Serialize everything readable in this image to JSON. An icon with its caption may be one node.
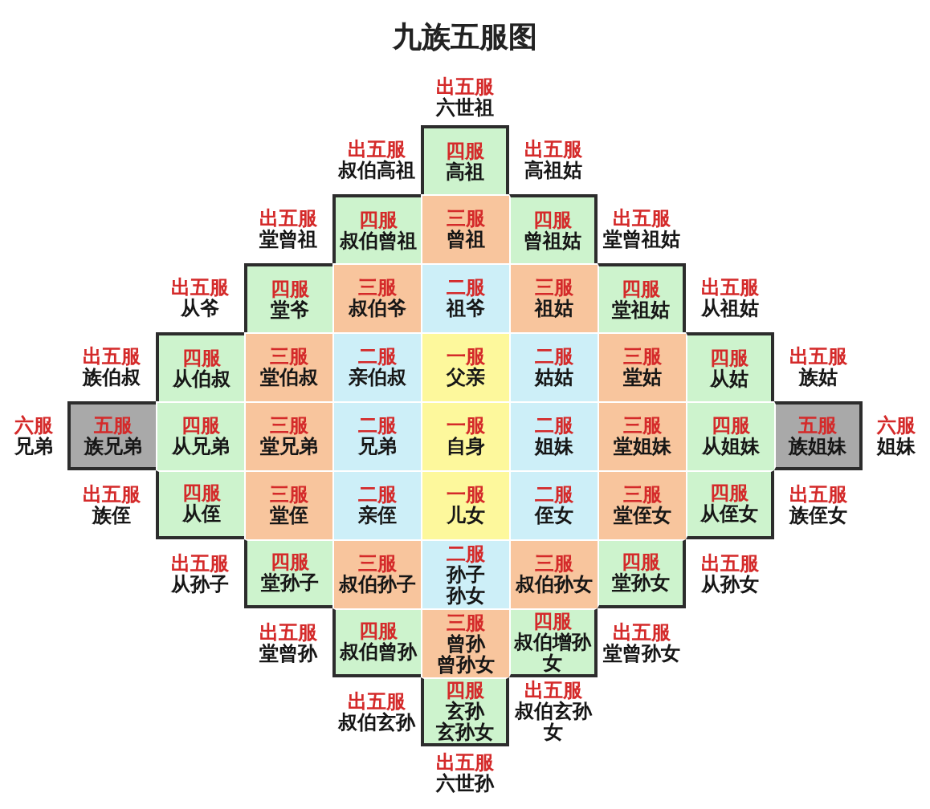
{
  "diagram": {
    "title": "九族五服图",
    "nodes": [
      {
        "text": [
          "四服",
          "高祖"
        ]
      },
      {
        "text": [
          "四服",
          "叔伯曾祖"
        ]
      },
      {
        "text": [
          "三服",
          "曾祖"
        ]
      },
      {
        "text": [
          "四服",
          "曾祖姑"
        ]
      },
      {
        "text": [
          "四服",
          "堂爷"
        ]
      },
      {
        "text": [
          "三服",
          "叔伯爷"
        ]
      },
      {
        "text": [
          "二服",
          "祖爷"
        ]
      },
      {
        "text": [
          "三服",
          "祖姑"
        ]
      },
      {
        "text": [
          "四服",
          "堂祖姑"
        ]
      },
      {
        "text": [
          "四服",
          "从伯叔"
        ]
      },
      {
        "text": [
          "三服",
          "堂伯叔"
        ]
      },
      {
        "text": [
          "二服",
          "亲伯叔"
        ]
      },
      {
        "text": [
          "一服",
          "父亲"
        ]
      },
      {
        "text": [
          "二服",
          "姑姑"
        ]
      },
      {
        "text": [
          "三服",
          "堂姑"
        ]
      },
      {
        "text": [
          "四服",
          "从姑"
        ]
      },
      {
        "text": [
          "五服",
          "族兄弟"
        ]
      },
      {
        "text": [
          "四服",
          "从兄弟"
        ]
      },
      {
        "text": [
          "三服",
          "堂兄弟"
        ]
      },
      {
        "text": [
          "二服",
          "兄弟"
        ]
      },
      {
        "text": [
          "一服",
          "自身"
        ]
      },
      {
        "text": [
          "二服",
          "姐妹"
        ]
      },
      {
        "text": [
          "三服",
          "堂姐妹"
        ]
      },
      {
        "text": [
          "四服",
          "从姐妹"
        ]
      },
      {
        "text": [
          "五服",
          "族姐妹"
        ]
      },
      {
        "text": [
          "四服",
          "从侄"
        ]
      },
      {
        "text": [
          "三服",
          "堂侄"
        ]
      },
      {
        "text": [
          "二服",
          "亲侄"
        ]
      },
      {
        "text": [
          "一服",
          "儿女"
        ]
      },
      {
        "text": [
          "二服",
          "侄女"
        ]
      },
      {
        "text": [
          "三服",
          "堂侄女"
        ]
      },
      {
        "text": [
          "四服",
          "从侄女"
        ]
      },
      {
        "text": [
          "四服",
          "堂孙子"
        ]
      },
      {
        "text": [
          "三服",
          "叔伯孙子"
        ]
      },
      {
        "text": [
          "二服",
          "孙子",
          "孙女"
        ]
      },
      {
        "text": [
          "三服",
          "叔伯孙女"
        ]
      },
      {
        "text": [
          "四服",
          "堂孙女"
        ]
      },
      {
        "text": [
          "四服",
          "叔伯曾孙"
        ]
      },
      {
        "text": [
          "三服",
          "曾孙",
          "曾孙女"
        ]
      },
      {
        "text": [
          "四服",
          "叔伯增孙女"
        ]
      },
      {
        "text": [
          "四服",
          "玄孙",
          "玄孙女"
        ]
      }
    ],
    "labels": [
      "出五服",
      "六世祖",
      "出五服",
      "叔伯高祖",
      "出五服",
      "高祖姑",
      "出五服",
      "堂曾祖",
      "出五服",
      "堂曾祖姑",
      "出五服",
      "从爷",
      "出五服",
      "从祖姑",
      "出五服",
      "族伯叔",
      "出五服",
      "族姑",
      "六服",
      "兄弟",
      "六服",
      "姐妹",
      "出五服",
      "族侄",
      "出五服",
      "族侄女",
      "出五服",
      "从孙子",
      "出五服",
      "从孙女",
      "出五服",
      "堂曾孙",
      "出五服",
      "堂曾孙女",
      "出五服",
      "叔伯玄孙",
      "出五服",
      "叔伯玄孙女",
      "出五服",
      "六世孙"
    ]
  }
}
